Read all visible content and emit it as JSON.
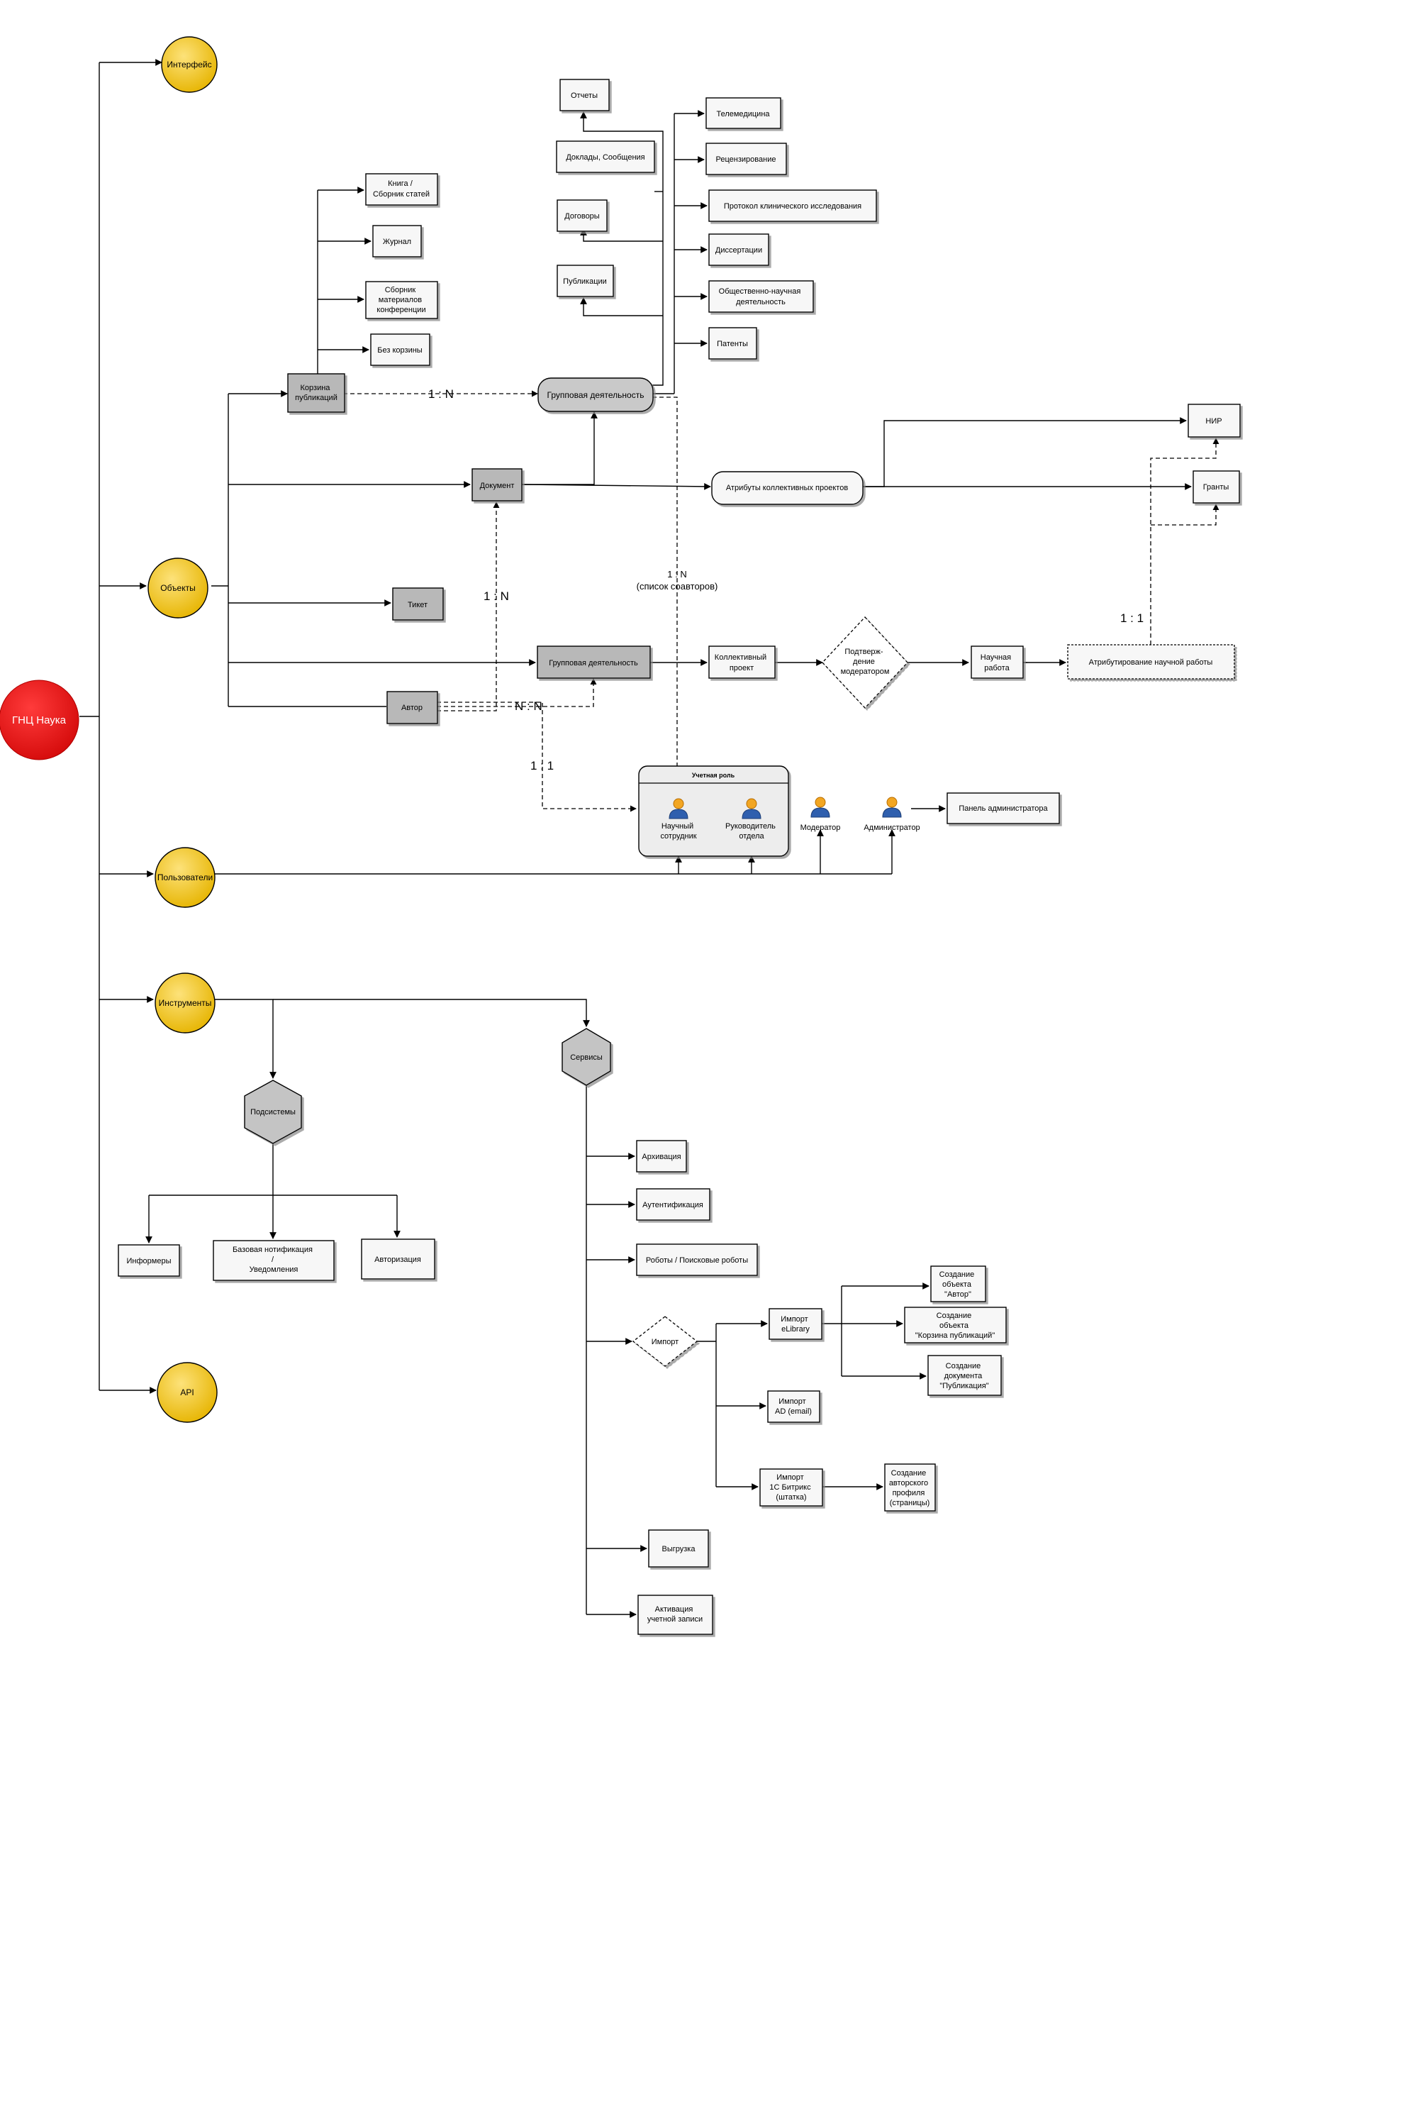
{
  "root": {
    "label": "ГНЦ Наука",
    "color": "#e8141b"
  },
  "categories": {
    "interface": "Интерфейс",
    "objects": "Объекты",
    "users": "Пользователи",
    "tools": "Инструменты",
    "api": "API"
  },
  "colors": {
    "category": "#f0c419",
    "box": "#f7f7f7",
    "box_dark": "#b8b8b8",
    "hexagon": "#c4c4c4"
  },
  "publications_cart": {
    "label": [
      "Корзина",
      "публикаций"
    ],
    "items": [
      [
        "Книга /",
        "Сборник статей"
      ],
      [
        "Журнал"
      ],
      [
        "Сборник",
        "материалов",
        "конференции"
      ],
      [
        "Без корзины"
      ]
    ]
  },
  "group_activity_top": {
    "label": "Групповая деятельность",
    "left_items": [
      "Отчеты",
      "Доклады, Сообщения",
      "Договоры",
      "Публикации"
    ],
    "right_items": [
      [
        "Телемедицина"
      ],
      [
        "Рецензирование"
      ],
      [
        "Протокол клинического исследования"
      ],
      [
        "Диссертации"
      ],
      [
        "Общественно-научная",
        "деятельность"
      ],
      [
        "Патенты"
      ]
    ]
  },
  "objects_items": {
    "document": "Документ",
    "ticket": "Тикет",
    "author": "Автор",
    "group_activity": "Групповая деятельность",
    "collective_project": [
      "Коллективный",
      "проект"
    ],
    "moderator_confirmation": [
      "Подтверж-",
      "дение",
      "модератором"
    ],
    "scientific_work": [
      "Научная",
      "работа"
    ],
    "attribution": "Атрибутирование научной работы",
    "collective_attributes": "Атрибуты коллективных проектов",
    "nir": "НИР",
    "grants": "Гранты"
  },
  "relations": {
    "cart_to_group": "1 : N",
    "doc_author": "1 : N",
    "author_group": "N : N",
    "author_role": "1 : 1",
    "attr_grants": "1 : 1",
    "coauthors": [
      "1 : N",
      "(список соавторов)"
    ]
  },
  "account_role": {
    "title": "Учетная роль",
    "roles": [
      [
        "Научный",
        "сотрудник"
      ],
      [
        "Руководитель",
        "отдела"
      ]
    ],
    "moderator": "Модератор",
    "admin": "Администратор",
    "admin_panel": "Панель администратора"
  },
  "subsystems": {
    "label": "Подсистемы",
    "items": [
      [
        "Информеры"
      ],
      [
        "Базовая нотификация",
        "/",
        "Уведомления"
      ],
      [
        "Авторизация"
      ]
    ]
  },
  "services": {
    "label": "Сервисы",
    "items": [
      [
        "Архивация"
      ],
      [
        "Аутентификация"
      ],
      [
        "Роботы / Поисковые роботы"
      ]
    ],
    "import": {
      "label": "Импорт",
      "elibrary": [
        "Импорт",
        "eLibrary"
      ],
      "elibrary_outputs": [
        [
          "Создание",
          "объекта",
          "\"Автор\""
        ],
        [
          "Создание",
          "объекта",
          "\"Корзина публикаций\""
        ],
        [
          "Создание",
          "документа",
          "\"Публикация\""
        ]
      ],
      "ad": [
        "Импорт",
        "AD (email)"
      ],
      "bitrix": [
        "Импорт",
        "1С Битрикс",
        "(штатка)"
      ],
      "bitrix_output": [
        "Создание",
        "авторского",
        "профиля",
        "(страницы)"
      ]
    },
    "export": "Выгрузка",
    "activation": [
      "Активация",
      "учетной записи"
    ]
  }
}
